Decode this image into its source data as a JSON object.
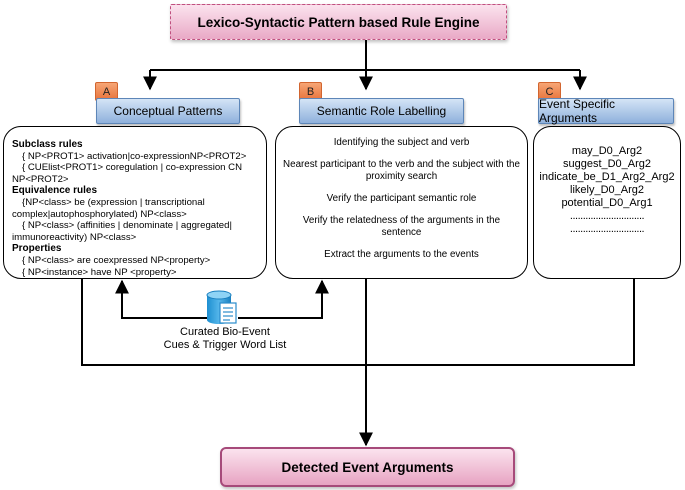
{
  "title": "Lexico-Syntactic Pattern based Rule Engine",
  "output": "Detected Event Arguments",
  "columns": {
    "a": {
      "tag": "A",
      "header": "Conceptual Patterns"
    },
    "b": {
      "tag": "B",
      "header": "Semantic Role Labelling"
    },
    "c": {
      "tag": "C",
      "header": "Event Specific Arguments"
    }
  },
  "conceptual": {
    "subclass_title": "Subclass rules",
    "subclass_1": "{ NP<PROT1> activation|co-expressionNP<PROT2>",
    "subclass_2a": "{ CUElist<PROT1> coregulation | co-expression CN",
    "subclass_2b": "NP<PROT2>",
    "equivalence_title": "Equivalence rules",
    "equivalence_1a": "{NP<class> be (expression | transcriptional",
    "equivalence_1b": "complex|autophosphorylated) NP<class>",
    "equivalence_2a": "{ NP<class> (affinities | denominate | aggregated|",
    "equivalence_2b": "immunoreactivity) NP<class>",
    "properties_title": "Properties",
    "properties_1": "{ NP<class> are coexpressed NP<property>",
    "properties_2": "{ NP<instance> have NP <property>"
  },
  "srl_steps": [
    "Identifying the subject and verb",
    "Nearest participant to the verb and the subject with the proximity search",
    "Verify the participant semantic role",
    "Verify the relatedness of the arguments in the sentence",
    "Extract the arguments to the events"
  ],
  "arguments": [
    "may_D0_Arg2",
    "suggest_D0_Arg2",
    "indicate_be_D1_Arg2_Arg2",
    "likely_D0_Arg2",
    "potential_D0_Arg1",
    ".............................",
    "............................."
  ],
  "resource": {
    "line1": "Curated Bio-Event",
    "line2": "Cues & Trigger Word List"
  }
}
